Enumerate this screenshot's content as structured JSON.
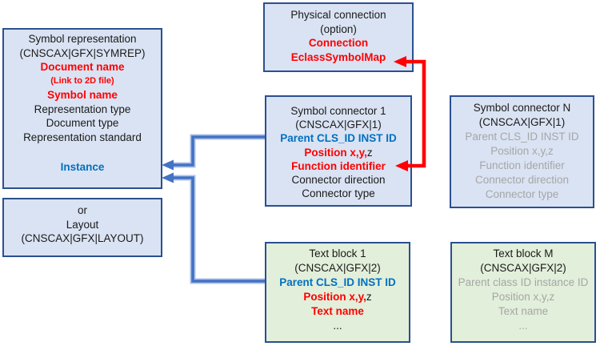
{
  "diagram": {
    "symbol_representation": {
      "title": "Symbol representation",
      "code": "(CNSCAX|GFX|SYMREP)",
      "document_name": "Document name",
      "link_note": "(Link to 2D file)",
      "symbol_name": "Symbol name",
      "representation_type": "Representation type",
      "document_type": "Document type",
      "representation_standard": "Representation standard",
      "instance": "Instance"
    },
    "layout_alternative": {
      "or_label": "or",
      "title": "Layout",
      "code": "(CNSCAX|GFX|LAYOUT)"
    },
    "physical_connection": {
      "title": "Physical connection",
      "subtitle": "(option)",
      "connection": "Connection",
      "eclass_symbol_map": "EclassSymbolMap"
    },
    "symbol_connector_1": {
      "title": "Symbol connector 1",
      "code": "(CNSCAX|GFX|1)",
      "parent": "Parent CLS_ID INST ID",
      "position_red": "Position x,y,",
      "position_black": "z",
      "function_identifier": "Function identifier",
      "connector_direction": "Connector direction",
      "connector_type": "Connector type"
    },
    "symbol_connector_n": {
      "title": "Symbol connector N",
      "code": "(CNSCAX|GFX|1)",
      "parent": "Parent CLS_ID INST ID",
      "position": "Position x,y,z",
      "function_identifier": "Function identifier",
      "connector_direction": "Connector direction",
      "connector_type": "Connector type"
    },
    "text_block_1": {
      "title": "Text block 1",
      "code": "(CNSCAX|GFX|2)",
      "parent": "Parent CLS_ID INST ID",
      "position_red": "Position x,y,",
      "position_black": "z",
      "text_name": "Text name",
      "ellipsis": "..."
    },
    "text_block_m": {
      "title": "Text block M",
      "code": "(CNSCAX|GFX|2)",
      "parent": "Parent class ID instance ID",
      "position": "Position x,y,z",
      "text_name": "Text name",
      "ellipsis": "..."
    }
  },
  "colors": {
    "box_fill_blue": "#DAE3F3",
    "box_fill_green": "#E2EFDA",
    "box_border": "#2B4F91",
    "text_red": "#FF0000",
    "text_blue": "#0070C0",
    "text_gray": "#A6A6A6",
    "text_black": "#1A1A1A",
    "arrow_blue": "#4472C4",
    "arrow_blue_halo": "#AEC3E8",
    "arrow_red": "#FF0000"
  }
}
